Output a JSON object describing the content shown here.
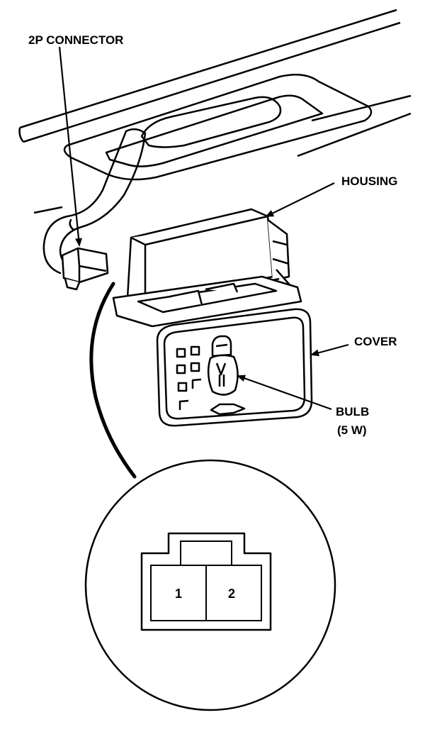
{
  "labels": {
    "connector": "2P CONNECTOR",
    "housing": "HOUSING",
    "cover": "COVER",
    "bulb": "BULB",
    "bulb_rating": "(5 W)"
  },
  "pins": {
    "pin1": "1",
    "pin2": "2"
  },
  "colors": {
    "line": "#000000",
    "background": "#ffffff"
  }
}
